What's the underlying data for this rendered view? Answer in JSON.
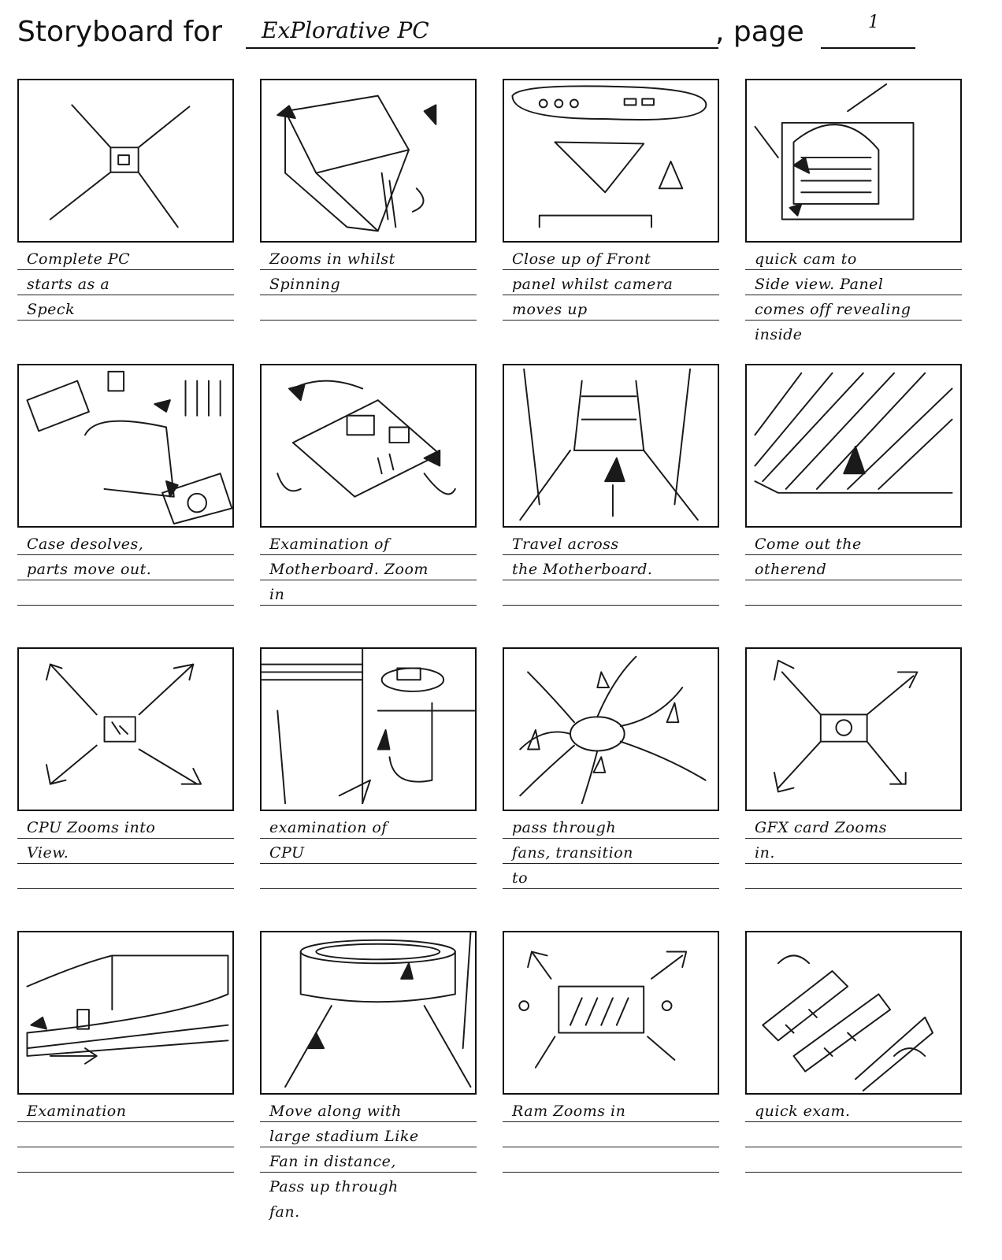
{
  "header": {
    "label": "Storyboard for",
    "title": "ExPlorative  PC",
    "comma_page": ", page",
    "page_number": "1"
  },
  "panels": [
    {
      "caption": "Complete PC\nstarts  as  a\nSpeck",
      "sketch": "speck-sketch"
    },
    {
      "caption": "Zooms in whilst\nSpinning",
      "sketch": "spinning-case-sketch"
    },
    {
      "caption": "Close up of Front\npanel whilst camera\nmoves up",
      "sketch": "front-panel-sketch"
    },
    {
      "caption": "quick cam to\nSide view. Panel\ncomes off revealing\ninside",
      "sketch": "side-view-sketch"
    },
    {
      "caption": "Case desolves,\nparts  move out.",
      "sketch": "parts-out-sketch"
    },
    {
      "caption": "Examination of\nMotherboard. Zoom\nin",
      "sketch": "motherboard-sketch"
    },
    {
      "caption": "Travel  across\nthe  Motherboard.",
      "sketch": "travel-sketch"
    },
    {
      "caption": "Come  out  the\notherend",
      "sketch": "other-end-sketch"
    },
    {
      "caption": "CPU Zooms into\nView.",
      "sketch": "cpu-zoom-sketch"
    },
    {
      "caption": "examination of\nCPU",
      "sketch": "cpu-exam-sketch"
    },
    {
      "caption": "pass through\nfans, transition\nto",
      "sketch": "fans-sketch"
    },
    {
      "caption": "GFX card Zooms\nin.",
      "sketch": "gfx-sketch"
    },
    {
      "caption": "Examination",
      "sketch": "gfx-exam-sketch"
    },
    {
      "caption": "Move  along with\nlarge  stadium Like\nFan  in distance,\nPass up through\nfan.",
      "sketch": "stadium-fan-sketch"
    },
    {
      "caption": "Ram Zooms in",
      "sketch": "ram-zoom-sketch"
    },
    {
      "caption": "quick exam.",
      "sketch": "ram-exam-sketch"
    }
  ]
}
